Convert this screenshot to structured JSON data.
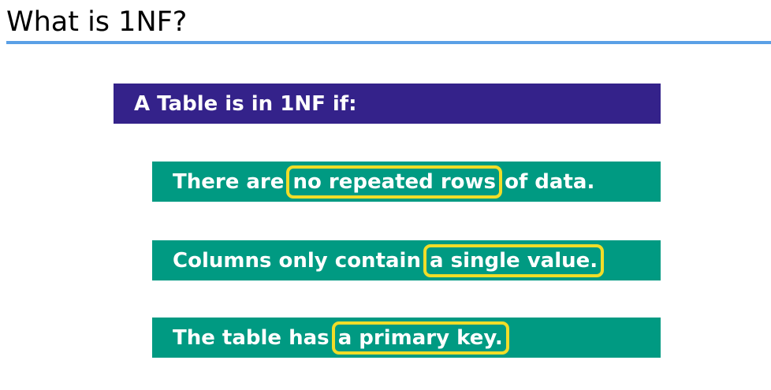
{
  "slide": {
    "title": "What is 1NF?"
  },
  "header": {
    "text": "A Table is in 1NF if:"
  },
  "points": [
    {
      "before": "There are ",
      "highlight": "no repeated rows",
      "after": " of data."
    },
    {
      "before": "Columns only contain ",
      "highlight": "a single value.",
      "after": ""
    },
    {
      "before": "The table has ",
      "highlight": "a primary key.",
      "after": ""
    }
  ],
  "colors": {
    "title_rule": "#5aa0e6",
    "header_bg": "#34228a",
    "point_bg": "#009a82",
    "highlight_outline": "#f1dd28"
  }
}
